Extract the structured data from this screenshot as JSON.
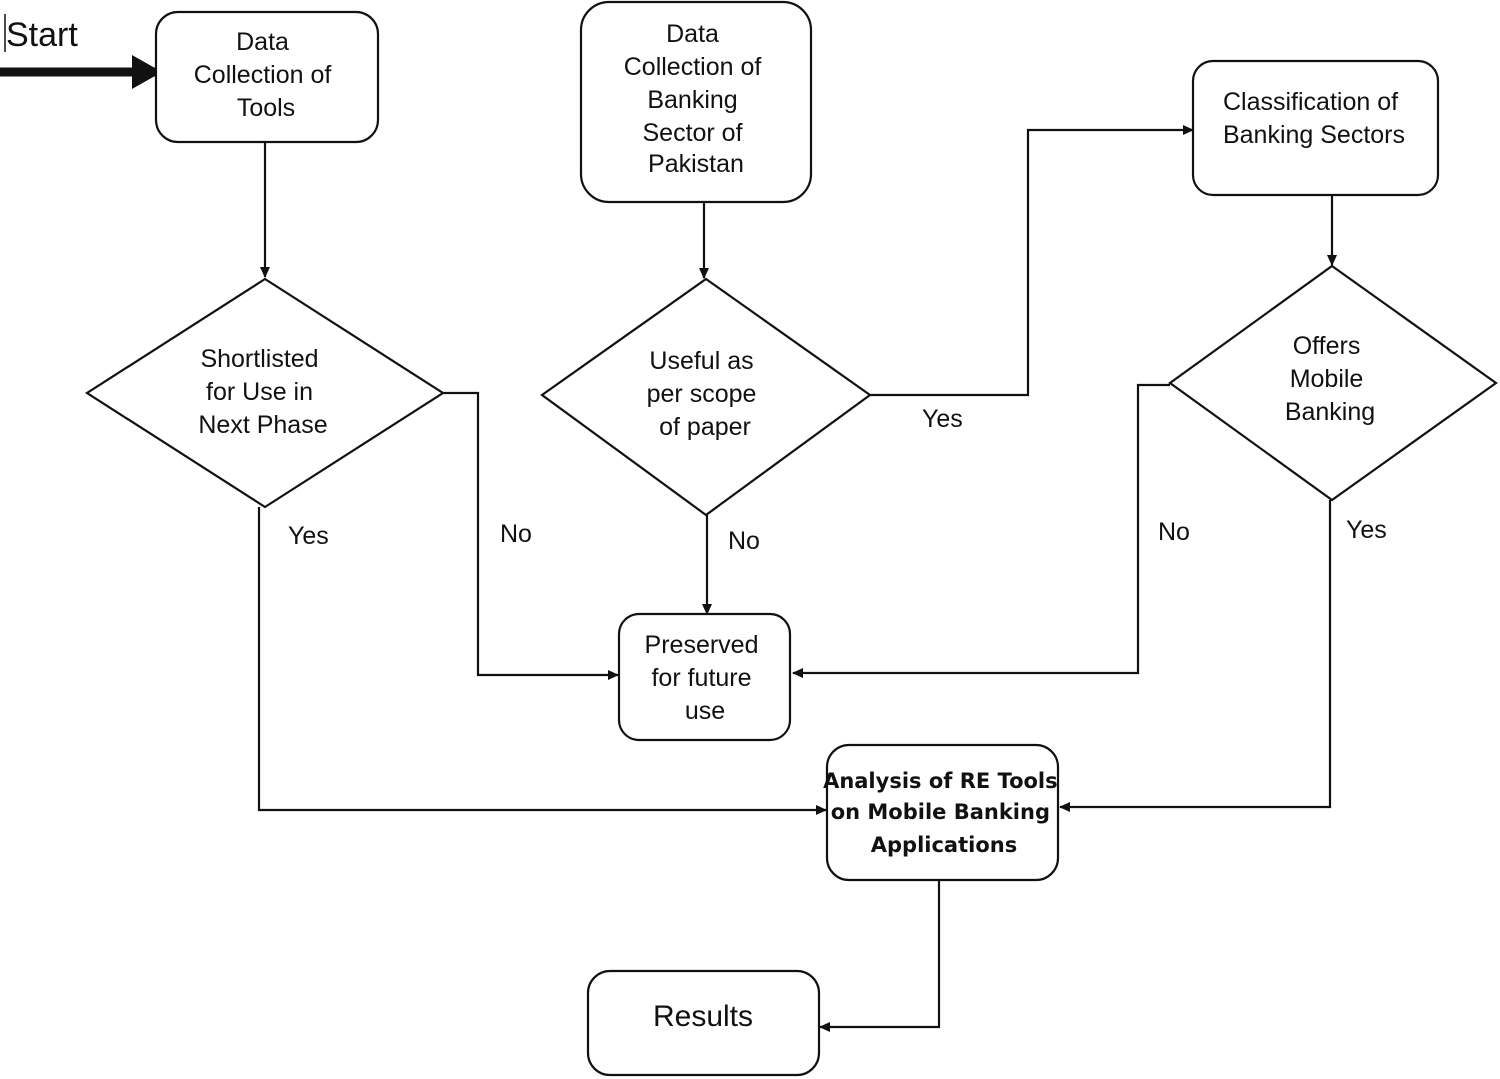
{
  "start_label": "Start",
  "nodes": {
    "collect_tools": {
      "lines": [
        "Data",
        "Collection of",
        "Tools"
      ]
    },
    "collect_banking": {
      "lines": [
        "Data",
        "Collection of",
        "Banking",
        "Sector of",
        "Pakistan"
      ]
    },
    "classification": {
      "lines": [
        "Classification of",
        "Banking Sectors"
      ]
    },
    "shortlisted": {
      "lines": [
        "Shortlisted",
        "for Use in",
        "Next Phase"
      ]
    },
    "useful": {
      "lines": [
        "Useful as",
        "per scope",
        "of paper"
      ]
    },
    "offers_mobile": {
      "lines": [
        "Offers",
        "Mobile",
        "Banking"
      ]
    },
    "preserved": {
      "lines": [
        "Preserved",
        "for future",
        "use"
      ]
    },
    "analysis": {
      "lines": [
        "Analysis of RE Tools",
        "on Mobile Banking",
        "Applications"
      ]
    },
    "results": {
      "lines": [
        "Results"
      ]
    }
  },
  "branches": {
    "shortlisted_yes": "Yes",
    "shortlisted_no": "No",
    "useful_yes": "Yes",
    "useful_no": "No",
    "offers_no": "No",
    "offers_yes": "Yes"
  }
}
